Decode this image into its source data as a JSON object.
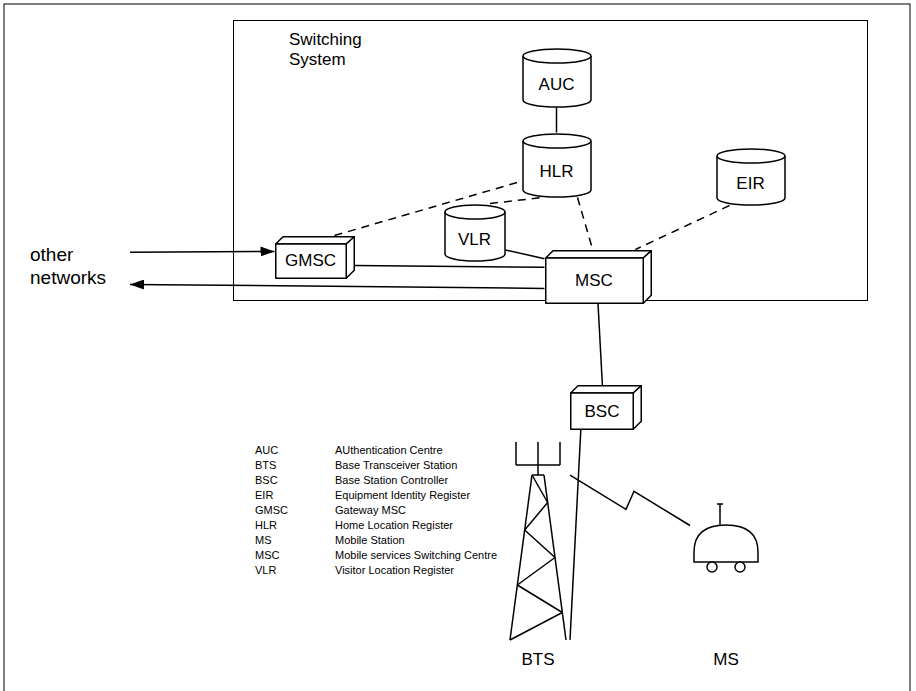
{
  "diagram": {
    "nodes": [
      {
        "text": [
          "Switching System"
        ]
      },
      {
        "text": [
          "AUC"
        ],
        "in": 0
      },
      {
        "text": [
          "HLR"
        ],
        "in": 0
      },
      {
        "text": [
          "EIR"
        ],
        "in": 0
      },
      {
        "text": [
          "VLR"
        ],
        "in": 0
      },
      {
        "text": [
          "GMSC"
        ],
        "in": 0
      },
      {
        "text": [
          "MSC"
        ],
        "in": 0
      },
      {
        "text": [
          "other networks"
        ]
      },
      {
        "text": [
          "BSC"
        ]
      },
      {
        "text": [
          "BTS"
        ]
      },
      {
        "text": [
          "MS"
        ]
      }
    ],
    "edges": [
      {
        "from": 1,
        "to": 2,
        "arrow": "none"
      },
      {
        "from": 5,
        "to": 2,
        "arrow": "none"
      },
      {
        "from": 4,
        "to": 2,
        "arrow": "none"
      },
      {
        "from": 2,
        "to": 6,
        "arrow": "none"
      },
      {
        "from": 3,
        "to": 6,
        "arrow": "none"
      },
      {
        "from": 4,
        "to": 6,
        "arrow": "none"
      },
      {
        "from": 5,
        "to": 6,
        "arrow": "none"
      },
      {
        "from": 7,
        "to": 5,
        "arrow": "to"
      },
      {
        "from": 6,
        "to": 7,
        "arrow": "to"
      },
      {
        "from": 6,
        "to": 8,
        "arrow": "none"
      },
      {
        "from": 8,
        "to": 9,
        "arrow": "none"
      },
      {
        "from": 9,
        "to": 10,
        "arrow": "none"
      }
    ],
    "labels": [
      "AUC",
      "AUthentication Centre",
      "BTS",
      "Base Transceiver Station",
      "BSC",
      "Base Station Controller",
      "EIR",
      "Equipment Identity Register",
      "GMSC",
      "Gateway MSC",
      "HLR",
      "Home Location Register",
      "MS",
      "Mobile Station",
      "MSC",
      "Mobile services Switching Centre",
      "VLR",
      "Visitor Location Register"
    ]
  }
}
